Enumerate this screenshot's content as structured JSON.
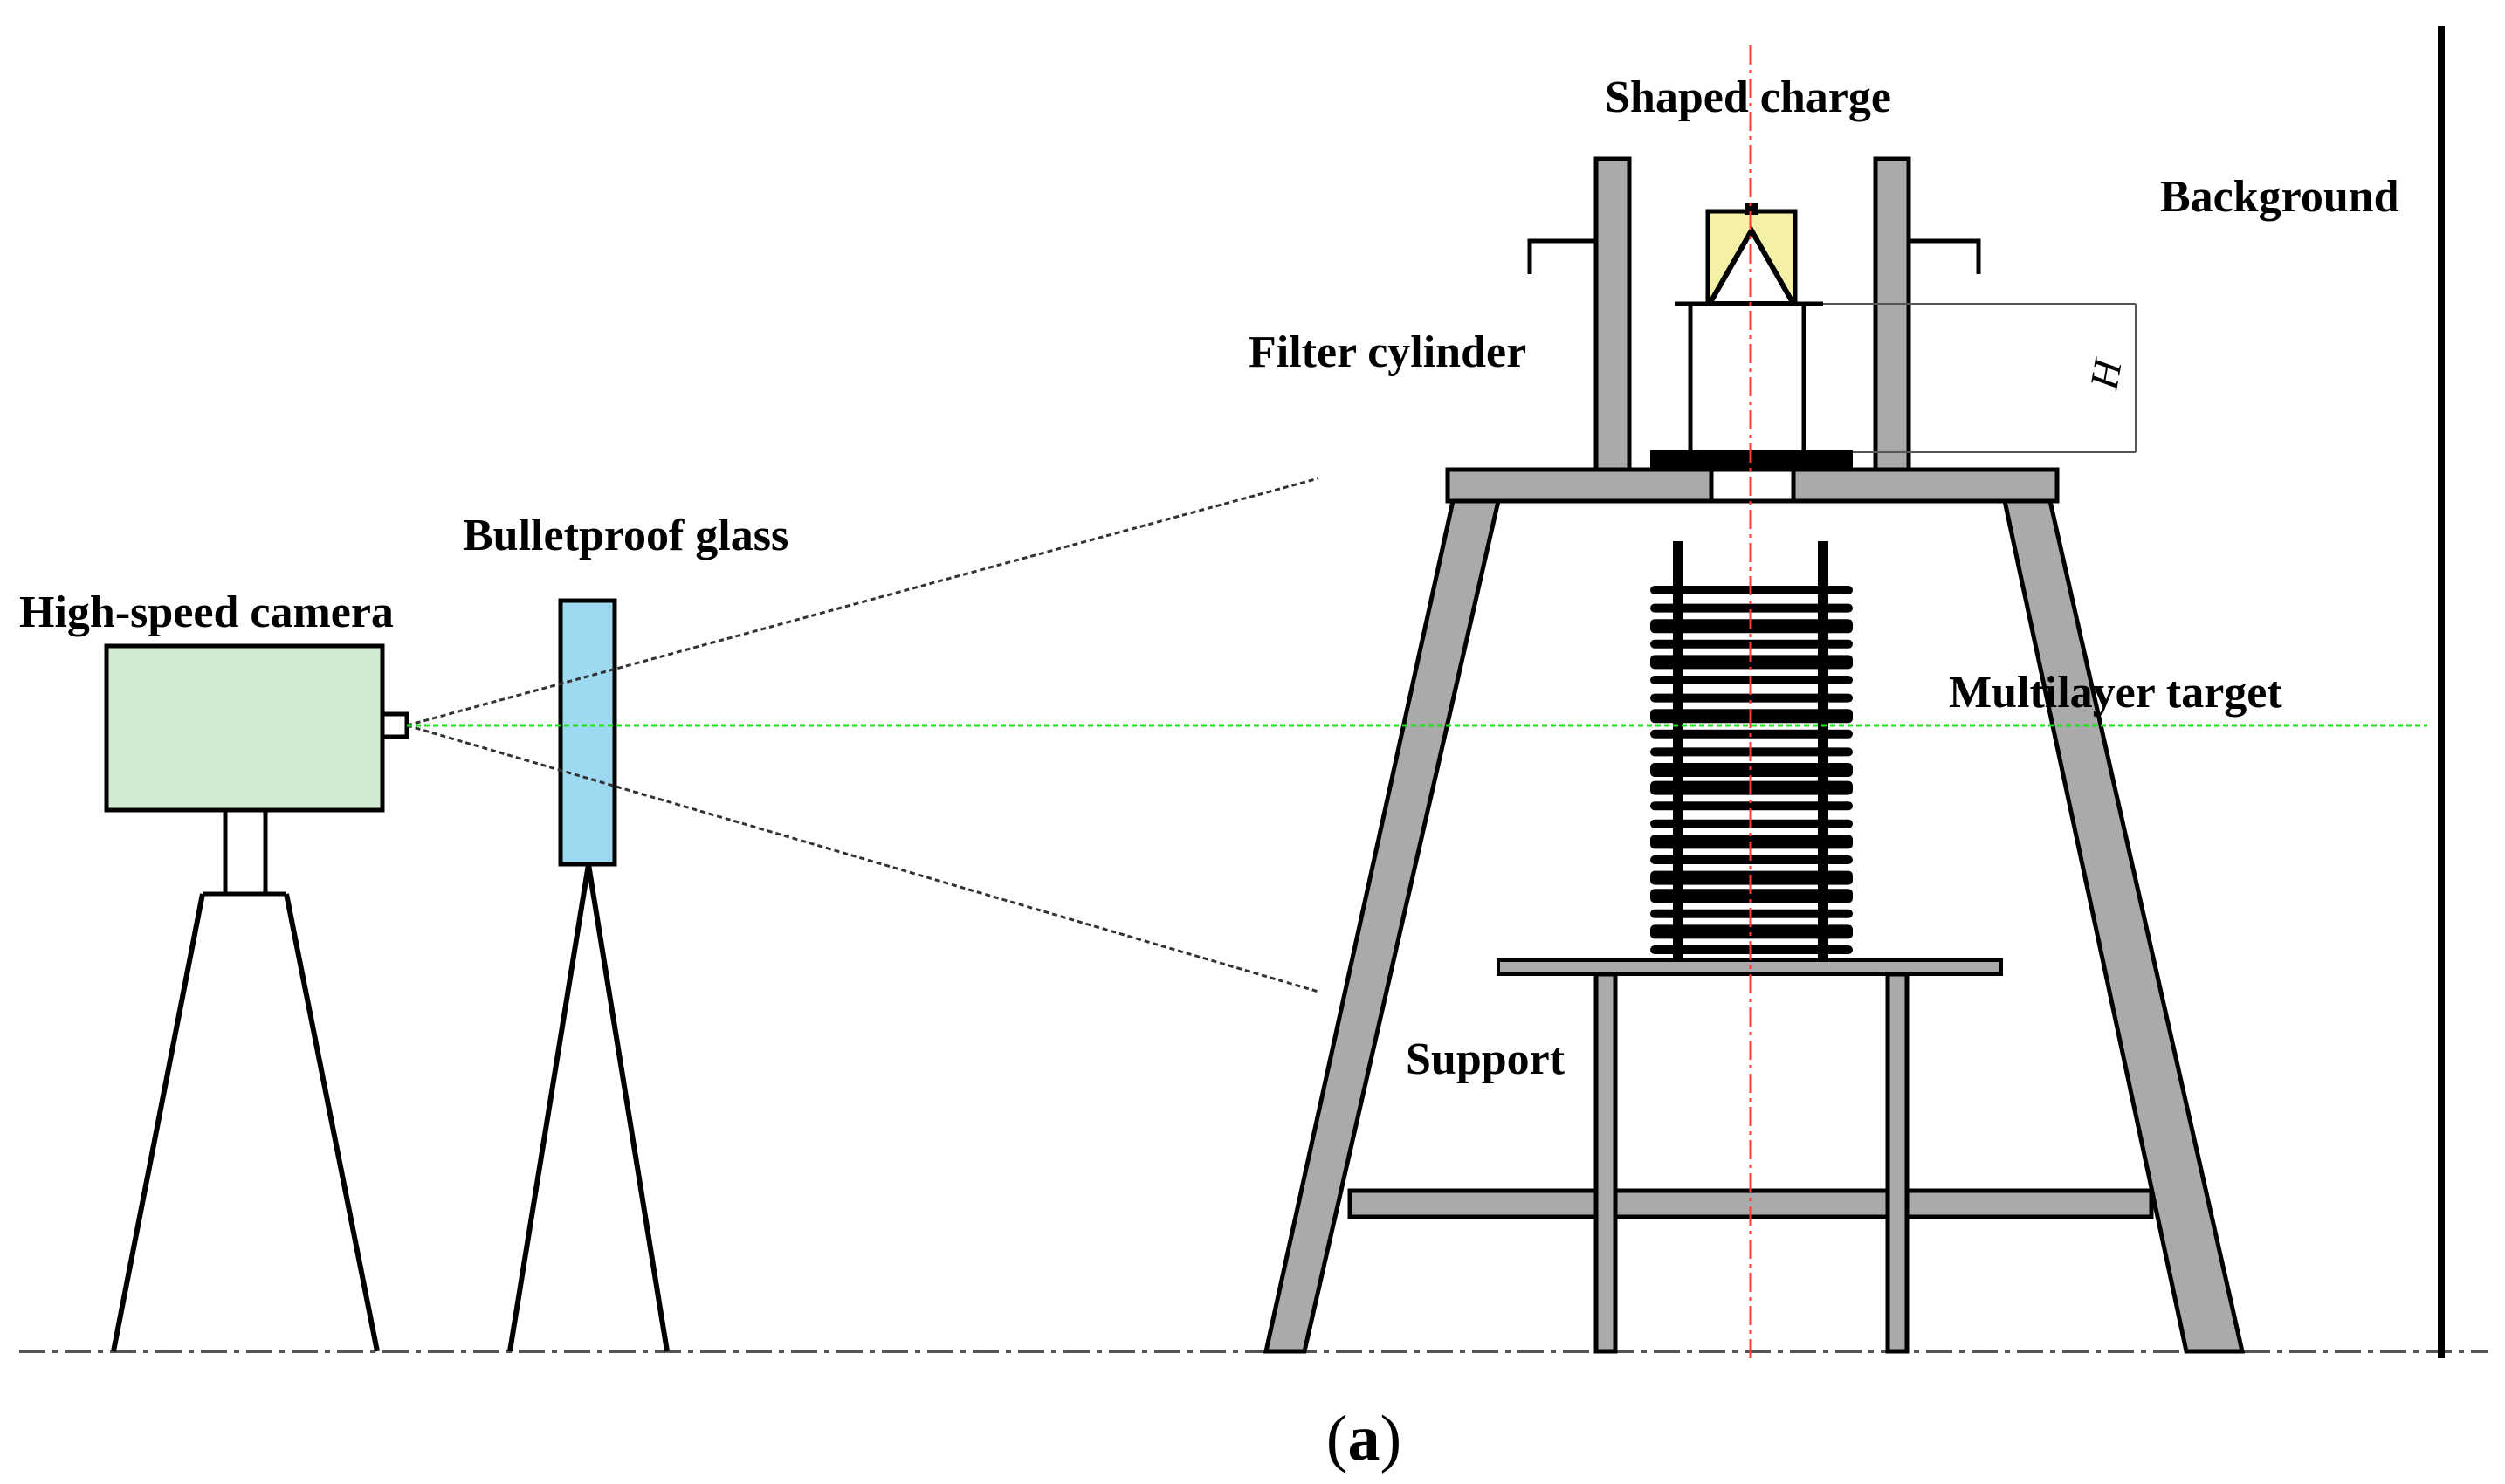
{
  "labels": {
    "shaped_charge": "Shaped charge",
    "background": "Background",
    "filter_cylinder": "Filter cylinder",
    "bulletproof_glass": "Bulletproof glass",
    "high_speed_camera": "High-speed camera",
    "multilayer_target": "Multilayer target",
    "support": "Support",
    "dimension_h": "H"
  },
  "caption": {
    "open": "(",
    "letter": "a",
    "close": ")"
  },
  "colors": {
    "camera_body": "#d1ead1",
    "glass": "#9ddaf2",
    "charge_casing": "#f4f0a6",
    "frame": "#aaaaaa",
    "center_axis": "#ff3b3b",
    "optical_axis": "#22dd22"
  }
}
